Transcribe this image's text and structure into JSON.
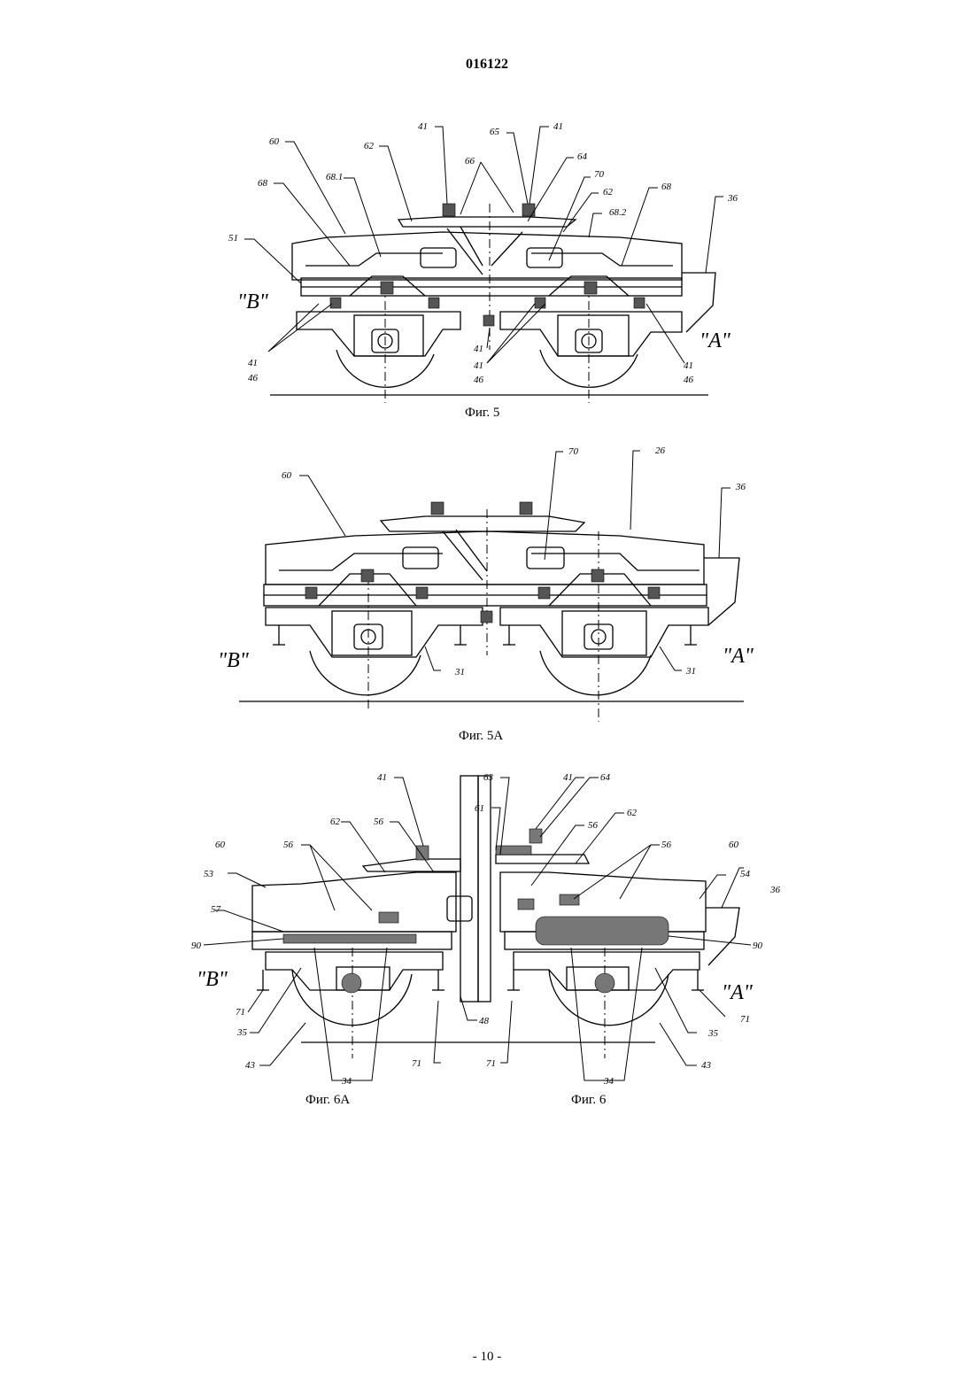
{
  "document": {
    "number": "016122",
    "page": "- 10 -"
  },
  "figures": {
    "fig5": {
      "caption": "Фиг. 5",
      "labels": [
        "41",
        "65",
        "41",
        "60",
        "62",
        "66",
        "64",
        "70",
        "68.1",
        "62",
        "68",
        "68",
        "68.2",
        "36",
        "51",
        "\"B\"",
        "\"A\"",
        "41",
        "41",
        "41",
        "41",
        "46",
        "46",
        "46"
      ]
    },
    "fig5a": {
      "caption": "Фиг. 5А",
      "labels": [
        "70",
        "26",
        "60",
        "36",
        "\"B\"",
        "\"A\"",
        "31",
        "31"
      ]
    },
    "fig6": {
      "caption_left": "Фиг. 6А",
      "caption_right": "Фиг. 6",
      "labels": [
        "41",
        "63",
        "41",
        "64",
        "61",
        "62",
        "56",
        "56",
        "62",
        "60",
        "56",
        "56",
        "60",
        "53",
        "54",
        "36",
        "57",
        "90",
        "90",
        "\"B\"",
        "\"A\"",
        "71",
        "71",
        "48",
        "35",
        "35",
        "43",
        "43",
        "71",
        "71",
        "34",
        "34"
      ]
    }
  }
}
